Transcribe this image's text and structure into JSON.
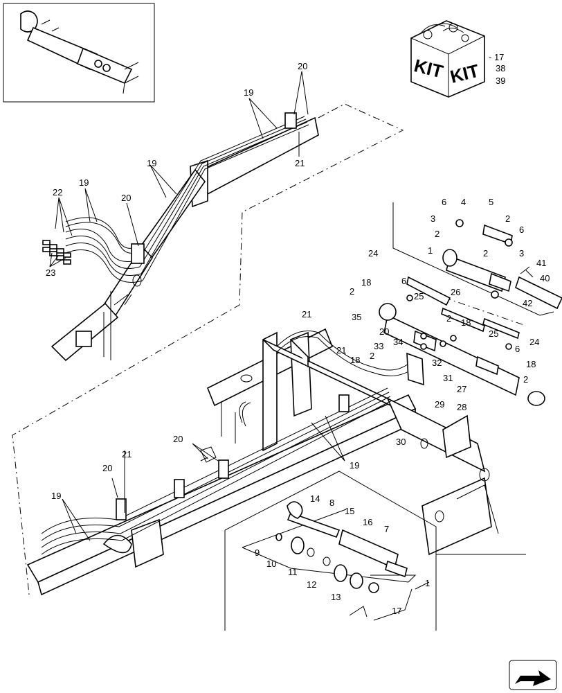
{
  "kit": {
    "label_left": "KIT",
    "label_right": "KIT",
    "numbers": [
      "- 17",
      "38",
      "39"
    ]
  },
  "callouts": [
    {
      "id": "c1a",
      "text": "19"
    },
    {
      "id": "c2a",
      "text": "20"
    },
    {
      "id": "c3a",
      "text": "21"
    },
    {
      "id": "c4a",
      "text": "19"
    },
    {
      "id": "c5a",
      "text": "19"
    },
    {
      "id": "c6a",
      "text": "22"
    },
    {
      "id": "c7a",
      "text": "20"
    },
    {
      "id": "c8a",
      "text": "23"
    },
    {
      "id": "c9a",
      "text": "6"
    },
    {
      "id": "c10a",
      "text": "4"
    },
    {
      "id": "c11a",
      "text": "5"
    },
    {
      "id": "c12a",
      "text": "3"
    },
    {
      "id": "c13a",
      "text": "2"
    },
    {
      "id": "c14a",
      "text": "2"
    },
    {
      "id": "c15a",
      "text": "6"
    },
    {
      "id": "c16a",
      "text": "1"
    },
    {
      "id": "c17a",
      "text": "2"
    },
    {
      "id": "c18a",
      "text": "3"
    },
    {
      "id": "c19a",
      "text": "41"
    },
    {
      "id": "c20a",
      "text": "40"
    },
    {
      "id": "c21a",
      "text": "24"
    },
    {
      "id": "c22a",
      "text": "42"
    },
    {
      "id": "c23a",
      "text": "18"
    },
    {
      "id": "c24a",
      "text": "6"
    },
    {
      "id": "c25a",
      "text": "2"
    },
    {
      "id": "c26a",
      "text": "25"
    },
    {
      "id": "c27a",
      "text": "26"
    },
    {
      "id": "c28a",
      "text": "2"
    },
    {
      "id": "c29a",
      "text": "35"
    },
    {
      "id": "c30a",
      "text": "18"
    },
    {
      "id": "c31a",
      "text": "24"
    },
    {
      "id": "c32a",
      "text": "20"
    },
    {
      "id": "c33a",
      "text": "34"
    },
    {
      "id": "c34a",
      "text": "25"
    },
    {
      "id": "c35a",
      "text": "6"
    },
    {
      "id": "c36a",
      "text": "21"
    },
    {
      "id": "c37a",
      "text": "33"
    },
    {
      "id": "c38a",
      "text": "21"
    },
    {
      "id": "c39a",
      "text": "18"
    },
    {
      "id": "c40a",
      "text": "2"
    },
    {
      "id": "c41a",
      "text": "32"
    },
    {
      "id": "c42a",
      "text": "18"
    },
    {
      "id": "c43a",
      "text": "31"
    },
    {
      "id": "c44a",
      "text": "27"
    },
    {
      "id": "c45a",
      "text": "2"
    },
    {
      "id": "c46a",
      "text": "29"
    },
    {
      "id": "c47a",
      "text": "28"
    },
    {
      "id": "c48a",
      "text": "30"
    },
    {
      "id": "c49a",
      "text": "20"
    },
    {
      "id": "c50a",
      "text": "19"
    },
    {
      "id": "c51a",
      "text": "21"
    },
    {
      "id": "c52a",
      "text": "20"
    },
    {
      "id": "c53a",
      "text": "19"
    },
    {
      "id": "c54a",
      "text": "14"
    },
    {
      "id": "c55a",
      "text": "8"
    },
    {
      "id": "c56a",
      "text": "15"
    },
    {
      "id": "c57a",
      "text": "16"
    },
    {
      "id": "c58a",
      "text": "7"
    },
    {
      "id": "c59a",
      "text": "9"
    },
    {
      "id": "c60a",
      "text": "10"
    },
    {
      "id": "c61a",
      "text": "11"
    },
    {
      "id": "c62a",
      "text": "12"
    },
    {
      "id": "c63a",
      "text": "13"
    },
    {
      "id": "c64a",
      "text": "1"
    },
    {
      "id": "c65a",
      "text": "17"
    }
  ],
  "icons": {
    "next_page": "arrow-next-icon",
    "inset": "cylinder-inset-icon",
    "kit": "kit-box-icon"
  }
}
